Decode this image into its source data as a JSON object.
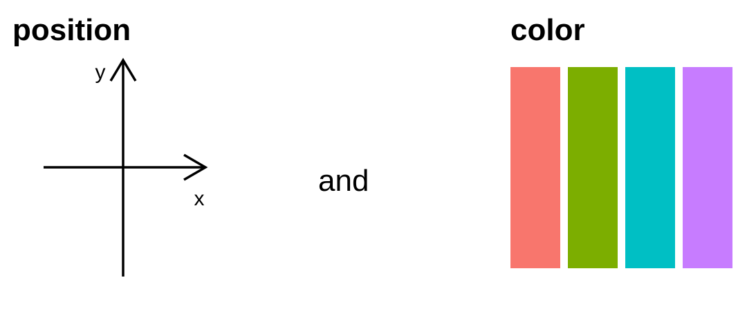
{
  "titles": {
    "position": "position",
    "color": "color"
  },
  "axes": {
    "x_label": "x",
    "y_label": "y"
  },
  "connector": "and",
  "palette": [
    {
      "name": "red",
      "hex": "#F8766D"
    },
    {
      "name": "green",
      "hex": "#7CAE00"
    },
    {
      "name": "teal",
      "hex": "#00BFC4"
    },
    {
      "name": "purple",
      "hex": "#C77CFF"
    }
  ]
}
